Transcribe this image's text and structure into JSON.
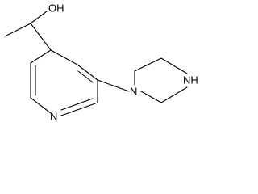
{
  "structure": {
    "atoms": {
      "hydroxyl": "OH",
      "pyridine_nitrogen": "N",
      "piperazine_n_aryl": "N",
      "piperazine_n_h": "NH"
    }
  }
}
